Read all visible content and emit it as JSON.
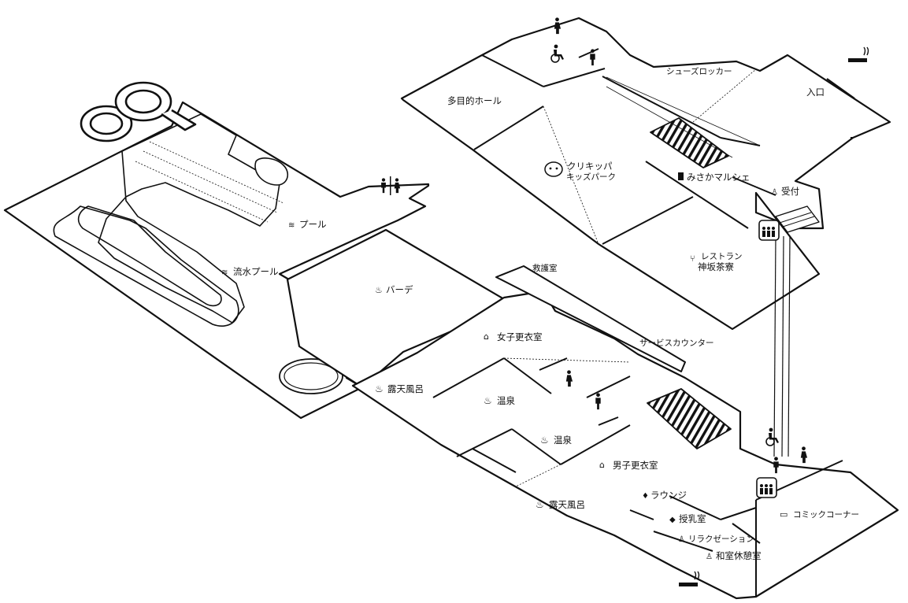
{
  "map": {
    "rooms": [
      {
        "key": "pool",
        "label": "プール",
        "icon": "swimming-icon"
      },
      {
        "key": "river_pool",
        "label": "流水プール",
        "icon": "swimming-icon"
      },
      {
        "key": "bar",
        "label": "バーデ",
        "icon": "shower-icon"
      },
      {
        "key": "multi_hall",
        "label": "多目的ホール",
        "icon": ""
      },
      {
        "key": "kids_park_1",
        "label": "クリキッパ",
        "icon": "mascot-icon"
      },
      {
        "key": "kids_park_2",
        "label": "キッズパーク",
        "icon": ""
      },
      {
        "key": "marche",
        "label": "みさかマルシェ",
        "icon": "shopping-bag-icon"
      },
      {
        "key": "shoe_locker",
        "label": "シューズロッカー",
        "icon": ""
      },
      {
        "key": "entrance",
        "label": "入口",
        "icon": ""
      },
      {
        "key": "reception",
        "label": "受付",
        "icon": "reception-icon"
      },
      {
        "key": "restaurant_1",
        "label": "レストラン",
        "icon": "cutlery-icon"
      },
      {
        "key": "restaurant_2",
        "label": "神坂茶寮",
        "icon": ""
      },
      {
        "key": "first_aid",
        "label": "救護室",
        "icon": ""
      },
      {
        "key": "service_counter",
        "label": "サービスカウンター",
        "icon": ""
      },
      {
        "key": "women_changing",
        "label": "女子更衣室",
        "icon": "hanger-icon"
      },
      {
        "key": "open_bath_1",
        "label": "露天風呂",
        "icon": "hot-spring-icon"
      },
      {
        "key": "hot_spring_1",
        "label": "温泉",
        "icon": "hot-spring-icon"
      },
      {
        "key": "hot_spring_2",
        "label": "温泉",
        "icon": "hot-spring-icon"
      },
      {
        "key": "men_changing",
        "label": "男子更衣室",
        "icon": "hanger-icon"
      },
      {
        "key": "open_bath_2",
        "label": "露天風呂",
        "icon": "hot-spring-icon"
      },
      {
        "key": "lounge",
        "label": "ラウンジ",
        "icon": "lounge-icon"
      },
      {
        "key": "nursing",
        "label": "授乳室",
        "icon": "baby-bottle-icon"
      },
      {
        "key": "relaxation",
        "label": "リラクゼーション",
        "icon": "massage-icon"
      },
      {
        "key": "japanese_rest",
        "label": "和室休憩室",
        "icon": "rest-icon"
      },
      {
        "key": "comic",
        "label": "コミックコーナー",
        "icon": "book-icon"
      }
    ],
    "icons": {
      "smoking": "smoking-area-icon",
      "restroom": "restroom-icon",
      "accessible": "wheelchair-icon",
      "elevator": "elevator-icon",
      "female": "female-icon",
      "male": "male-icon"
    },
    "line_color": "#111111",
    "floor_color": "#ffffff"
  }
}
